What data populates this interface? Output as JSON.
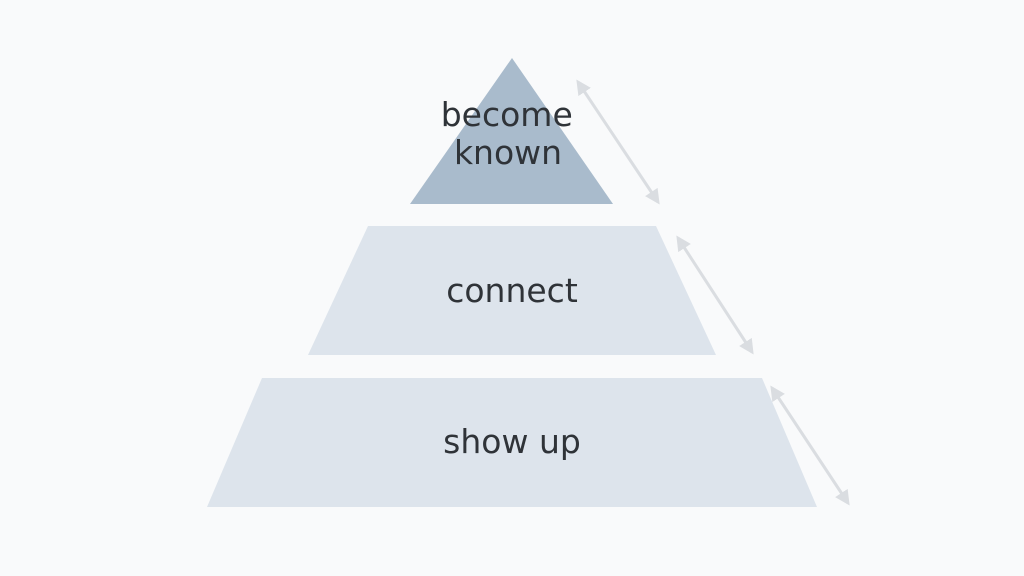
{
  "diagram": {
    "tiers": [
      {
        "lines": [
          "become",
          "known"
        ],
        "fill": "#a9bbcc"
      },
      {
        "lines": [
          "connect"
        ],
        "fill": "#dde4ec"
      },
      {
        "lines": [
          "show up"
        ],
        "fill": "#dde4ec"
      }
    ],
    "arrow_color": "#dadde1",
    "background": "#f9fafb"
  }
}
